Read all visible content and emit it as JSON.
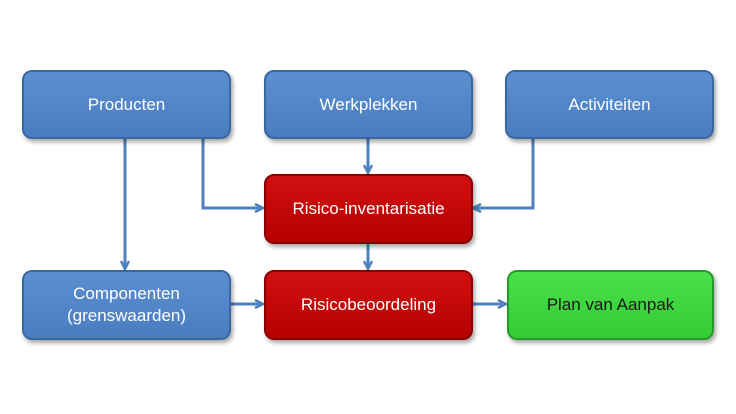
{
  "nodes": {
    "producten": {
      "label": "Producten",
      "color": "#4f81bd"
    },
    "werkplekken": {
      "label": "Werkplekken",
      "color": "#4f81bd"
    },
    "activiteiten": {
      "label": "Activiteiten",
      "color": "#4f81bd"
    },
    "risico_inventarisatie": {
      "label": "Risico-inventarisatie",
      "color": "#c00000"
    },
    "componenten": {
      "label": "Componenten\n(grenswaarden)",
      "color": "#4f81bd"
    },
    "risicobeoordeling": {
      "label": "Risicobeoordeling",
      "color": "#c00000"
    },
    "plan_van_aanpak": {
      "label": "Plan van Aanpak",
      "color": "#33cc33"
    }
  },
  "edges": [
    {
      "from": "producten",
      "to": "risico_inventarisatie"
    },
    {
      "from": "werkplekken",
      "to": "risico_inventarisatie"
    },
    {
      "from": "activiteiten",
      "to": "risico_inventarisatie"
    },
    {
      "from": "producten",
      "to": "componenten"
    },
    {
      "from": "risico_inventarisatie",
      "to": "risicobeoordeling"
    },
    {
      "from": "componenten",
      "to": "risicobeoordeling"
    },
    {
      "from": "risicobeoordeling",
      "to": "plan_van_aanpak"
    }
  ],
  "arrow_color": "#4f81bd"
}
